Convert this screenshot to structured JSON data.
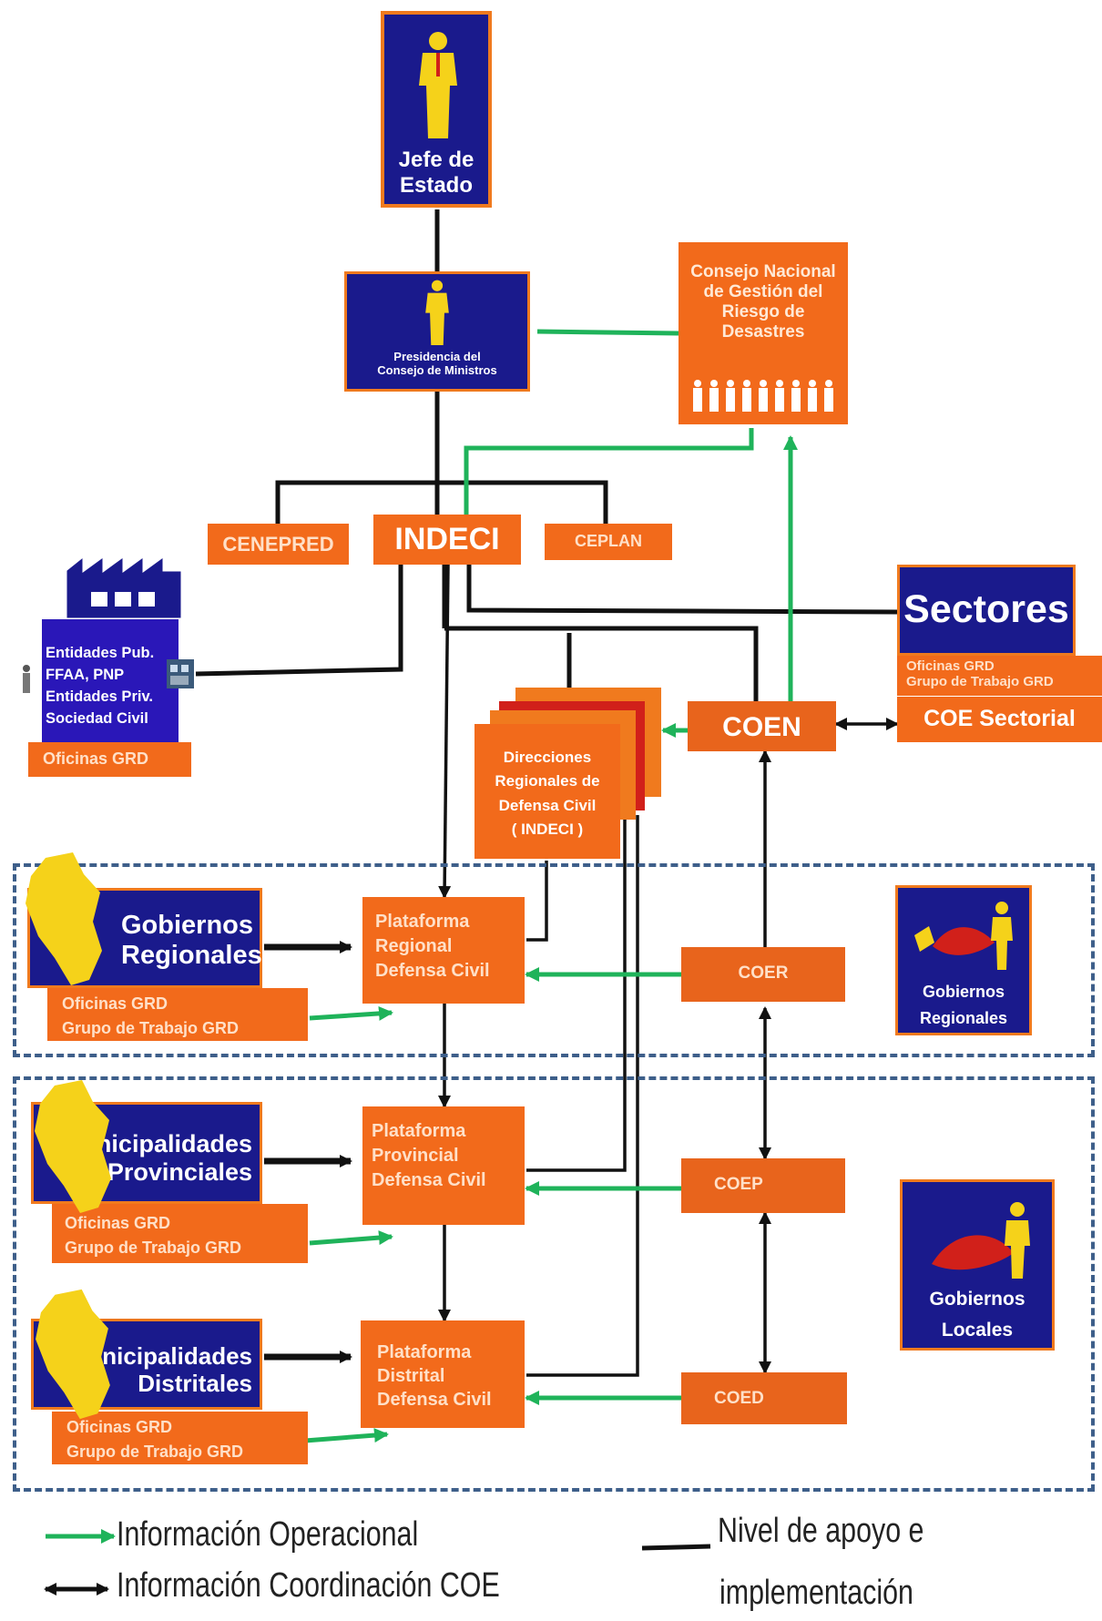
{
  "nodes": {
    "jefe": "Jefe de\nEstado",
    "pcm": "Presidencia del\nConsejo de Ministros",
    "conagerd": "Consejo Nacional\nde Gestión del\nRiesgo de\nDesastres",
    "cenepred": "CENEPRED",
    "indeci": "INDECI",
    "ceplan": "CEPLAN",
    "entidades": "Entidades Pub.\nFFAA, PNP\nEntidades Priv.\nSociedad Civil",
    "entidades_oficinas": "Oficinas GRD",
    "sectores": "Sectores",
    "sectores_oficinas": "Oficinas GRD\nGrupo de Trabajo GRD",
    "coe_sectorial": "COE Sectorial",
    "coen": "COEN",
    "direcciones": "Direcciones\nRegionales de\nDefensa Civil\n( INDECI )",
    "gob_regionales": "Gobiernos\nRegionales",
    "gob_regionales_oficinas": "Oficinas GRD\nGrupo de Trabajo GRD",
    "plataforma_regional": "Plataforma\nRegional\nDefensa Civil",
    "coer": "COER",
    "gob_regionales_side": "Gobiernos\nRegionales",
    "mun_provinciales": "Municipalidades\nProvinciales",
    "mun_provinciales_oficinas": "Oficinas GRD\nGrupo de Trabajo GRD",
    "plataforma_provincial": "Plataforma\nProvincial\nDefensa Civil",
    "coep": "COEP",
    "gob_locales_side": "Gobiernos\nLocales",
    "mun_distritales": "Municipalidades\nDistritales",
    "mun_distritales_oficinas": "Oficinas GRD\nGrupo de Trabajo GRD",
    "plataforma_distrital": "Plataforma\nDistrital\nDefensa Civil",
    "coed": "COED"
  },
  "legend": {
    "operacional": "Información Operacional",
    "coordinacion": "Información Coordinación COE",
    "apoyo_line1": "Nivel de apoyo e",
    "apoyo_line2": "implementación"
  },
  "colors": {
    "navy": "#1a1a8c",
    "orange": "#f26a1b",
    "green": "#1fb35a",
    "black": "#111111",
    "dashed": "#3e5f8a",
    "figure": "#f5d21a"
  }
}
